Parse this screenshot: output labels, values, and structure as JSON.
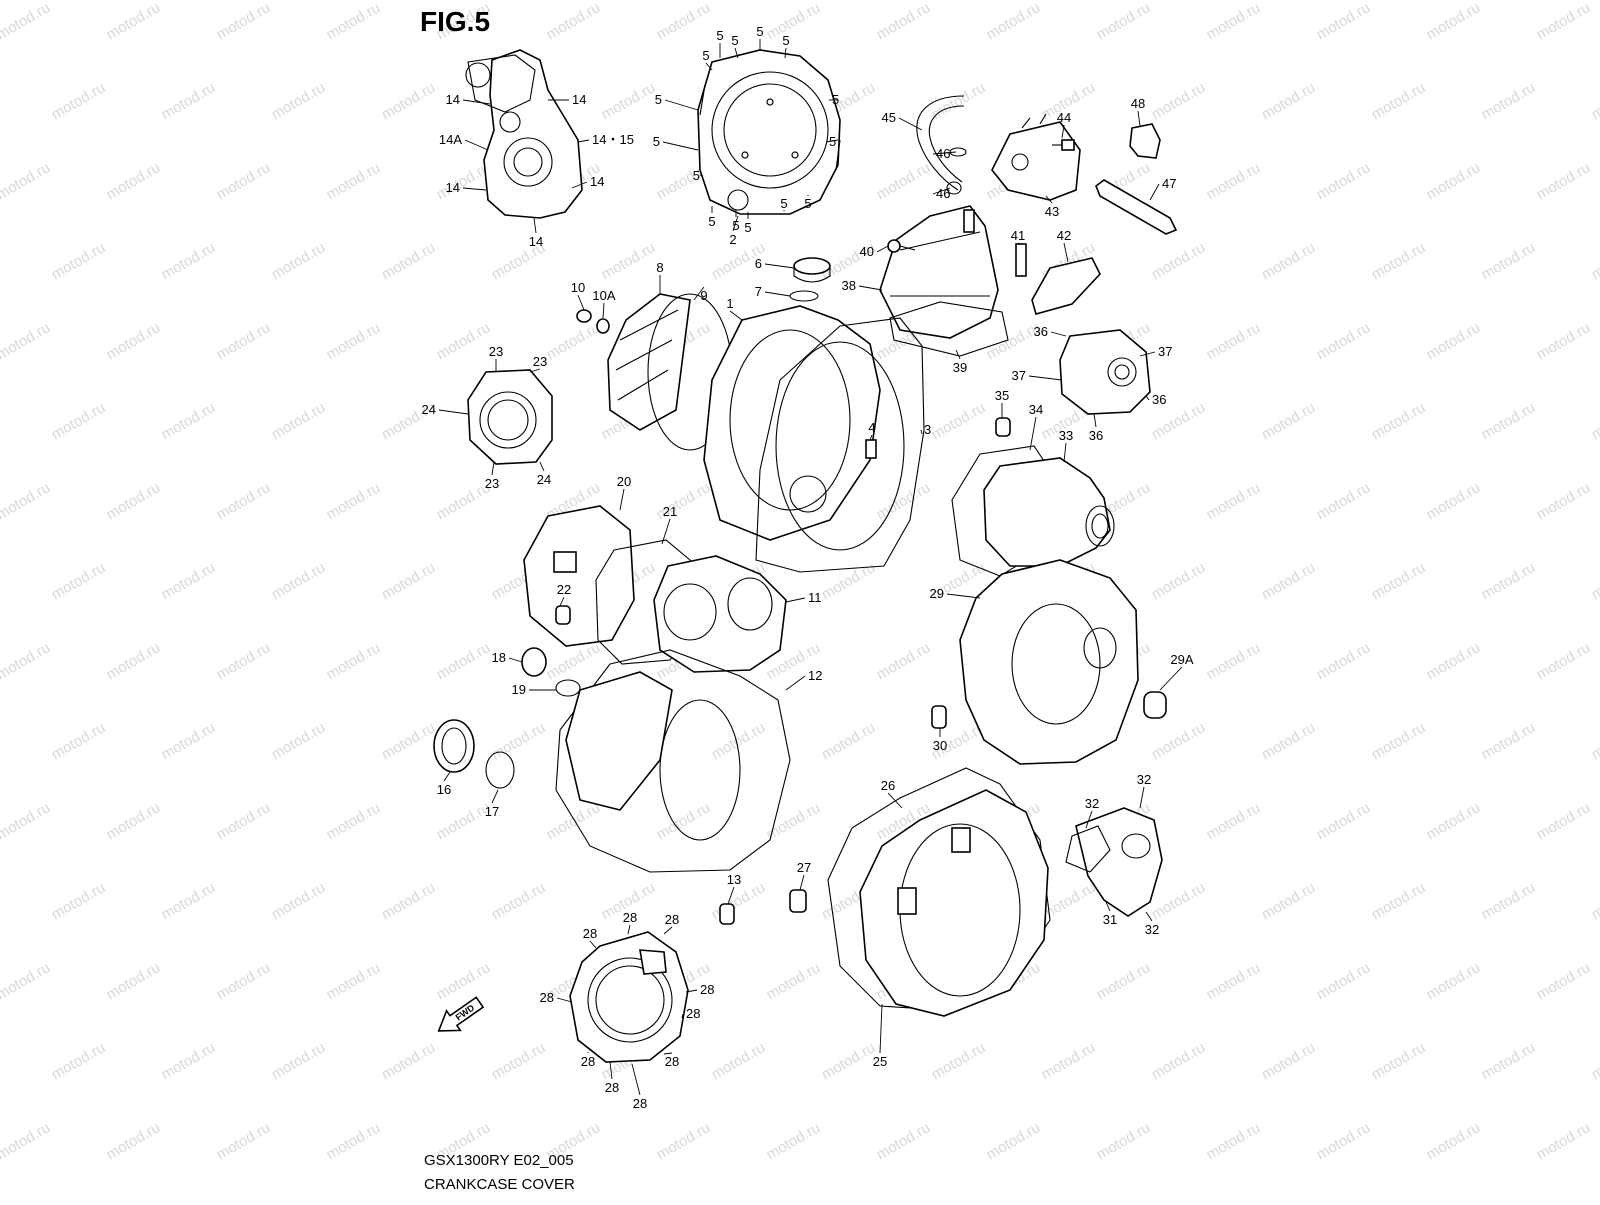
{
  "figure": {
    "title": "FIG.5",
    "model_code": "GSX1300RY E02_005",
    "caption": "CRANKCASE COVER",
    "fwd_label": "FWD",
    "watermark": "motod.ru"
  },
  "callouts": [
    {
      "id": "5",
      "text": "5"
    },
    {
      "id": "5",
      "text": "5"
    },
    {
      "id": "5",
      "text": "5"
    },
    {
      "id": "5",
      "text": "5"
    },
    {
      "id": "5",
      "text": "5"
    },
    {
      "id": "5",
      "text": "5"
    },
    {
      "id": "5",
      "text": "5"
    },
    {
      "id": "5",
      "text": "5"
    },
    {
      "id": "5",
      "text": "5"
    },
    {
      "id": "5",
      "text": "5"
    },
    {
      "id": "5",
      "text": "5"
    },
    {
      "id": "5",
      "text": "5"
    },
    {
      "id": "5",
      "text": "5"
    },
    {
      "id": "5",
      "text": "5"
    },
    {
      "id": "2",
      "text": "2"
    },
    {
      "id": "5",
      "text": "5"
    },
    {
      "id": "14",
      "text": "14"
    },
    {
      "id": "14",
      "text": "14"
    },
    {
      "id": "14A",
      "text": "14A"
    },
    {
      "id": "14-15",
      "text": "14・15"
    },
    {
      "id": "14",
      "text": "14"
    },
    {
      "id": "14",
      "text": "14"
    },
    {
      "id": "14",
      "text": "14"
    },
    {
      "id": "45",
      "text": "45"
    },
    {
      "id": "46",
      "text": "46"
    },
    {
      "id": "46",
      "text": "46"
    },
    {
      "id": "44",
      "text": "44"
    },
    {
      "id": "48",
      "text": "48"
    },
    {
      "id": "47",
      "text": "47"
    },
    {
      "id": "43",
      "text": "43"
    },
    {
      "id": "40",
      "text": "40"
    },
    {
      "id": "41",
      "text": "41"
    },
    {
      "id": "42",
      "text": "42"
    },
    {
      "id": "38",
      "text": "38"
    },
    {
      "id": "39",
      "text": "39"
    },
    {
      "id": "6",
      "text": "6"
    },
    {
      "id": "7",
      "text": "7"
    },
    {
      "id": "10",
      "text": "10"
    },
    {
      "id": "10A",
      "text": "10A"
    },
    {
      "id": "8",
      "text": "8"
    },
    {
      "id": "9",
      "text": "9"
    },
    {
      "id": "1",
      "text": "1"
    },
    {
      "id": "36",
      "text": "36"
    },
    {
      "id": "37",
      "text": "37"
    },
    {
      "id": "37",
      "text": "37"
    },
    {
      "id": "36",
      "text": "36"
    },
    {
      "id": "36",
      "text": "36"
    },
    {
      "id": "23",
      "text": "23"
    },
    {
      "id": "23",
      "text": "23"
    },
    {
      "id": "24",
      "text": "24"
    },
    {
      "id": "23",
      "text": "23"
    },
    {
      "id": "24",
      "text": "24"
    },
    {
      "id": "35",
      "text": "35"
    },
    {
      "id": "34",
      "text": "34"
    },
    {
      "id": "33",
      "text": "33"
    },
    {
      "id": "3",
      "text": "3"
    },
    {
      "id": "4",
      "text": "4"
    },
    {
      "id": "20",
      "text": "20"
    },
    {
      "id": "21",
      "text": "21"
    },
    {
      "id": "22",
      "text": "22"
    },
    {
      "id": "11",
      "text": "11"
    },
    {
      "id": "29",
      "text": "29"
    },
    {
      "id": "29A",
      "text": "29A"
    },
    {
      "id": "30",
      "text": "30"
    },
    {
      "id": "18",
      "text": "18"
    },
    {
      "id": "19",
      "text": "19"
    },
    {
      "id": "12",
      "text": "12"
    },
    {
      "id": "16",
      "text": "16"
    },
    {
      "id": "17",
      "text": "17"
    },
    {
      "id": "26",
      "text": "26"
    },
    {
      "id": "32",
      "text": "32"
    },
    {
      "id": "32",
      "text": "32"
    },
    {
      "id": "31",
      "text": "31"
    },
    {
      "id": "32",
      "text": "32"
    },
    {
      "id": "13",
      "text": "13"
    },
    {
      "id": "27",
      "text": "27"
    },
    {
      "id": "25",
      "text": "25"
    },
    {
      "id": "28",
      "text": "28"
    },
    {
      "id": "28",
      "text": "28"
    },
    {
      "id": "28",
      "text": "28"
    },
    {
      "id": "28",
      "text": "28"
    },
    {
      "id": "28",
      "text": "28"
    },
    {
      "id": "28",
      "text": "28"
    },
    {
      "id": "28",
      "text": "28"
    },
    {
      "id": "28",
      "text": "28"
    },
    {
      "id": "28",
      "text": "28"
    },
    {
      "id": "28",
      "text": "28"
    }
  ]
}
